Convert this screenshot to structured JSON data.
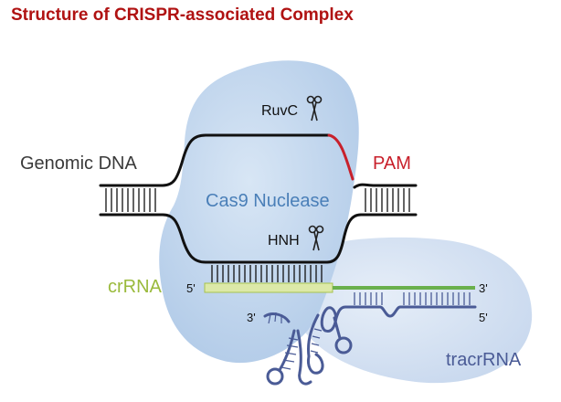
{
  "title": "Structure of CRISPR-associated Complex",
  "labels": {
    "genomic_dna": "Genomic DNA",
    "pam": "PAM",
    "ruvc": "RuvC",
    "hnh": "HNH",
    "cas9": "Cas9 Nuclease",
    "crrna": "crRNA",
    "tracrrna": "tracrRNA",
    "crrna_5prime": "5'",
    "crrna_3prime": "3'",
    "tracr_5prime": "5'",
    "tracr_3prime": "3'"
  },
  "icons": {
    "ruvc_scissors": "scissors-icon",
    "hnh_scissors": "scissors-icon"
  },
  "colors": {
    "title": "#b01212",
    "pam": "#c8202b",
    "cas9_blob": "#c4d8ee",
    "tracr_blob": "#d6e3f2",
    "cas9_text": "#4a7fb8",
    "crrna_text": "#9aba3c",
    "crrna_box": "#dce9a8",
    "crrna_line": "#6ab04c",
    "tracrrna_line": "#4a5b96",
    "dna": "#111111",
    "label_text": "#3a3a3a"
  }
}
